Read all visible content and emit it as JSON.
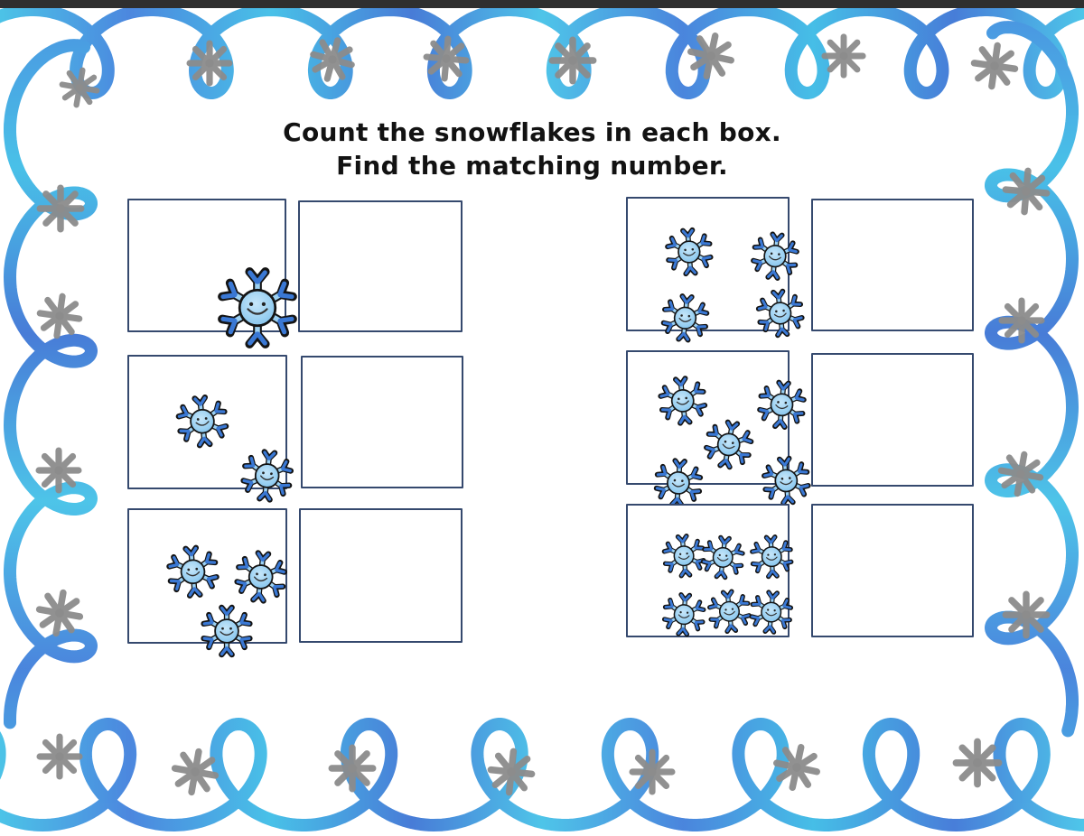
{
  "worksheet": {
    "instruction_line1": "Count the snowflakes in each box.",
    "instruction_line2": "Find the matching number.",
    "rows": [
      {
        "position": "left-1",
        "snowflake_count": 1,
        "answer_value": ""
      },
      {
        "position": "left-2",
        "snowflake_count": 2,
        "answer_value": ""
      },
      {
        "position": "left-3",
        "snowflake_count": 3,
        "answer_value": ""
      },
      {
        "position": "right-1",
        "snowflake_count": 4,
        "answer_value": ""
      },
      {
        "position": "right-2",
        "snowflake_count": 5,
        "answer_value": ""
      },
      {
        "position": "right-3",
        "snowflake_count": 6,
        "answer_value": ""
      }
    ]
  },
  "decor": {
    "border_style": "hand-drawn watercolor looping ribbon with snowflake stars",
    "loop_color_cyan": "#3bbce6",
    "loop_color_blue": "#3a72d4",
    "star_color": "#8c8c8c",
    "star_points": 8,
    "box_border_color": "#35496e",
    "snowflake_body_color": "#9cd1f2",
    "snowflake_tip_color": "#3a78d4",
    "top_edge_bar_color": "#2f2f2f",
    "background_color": "#ffffff"
  }
}
